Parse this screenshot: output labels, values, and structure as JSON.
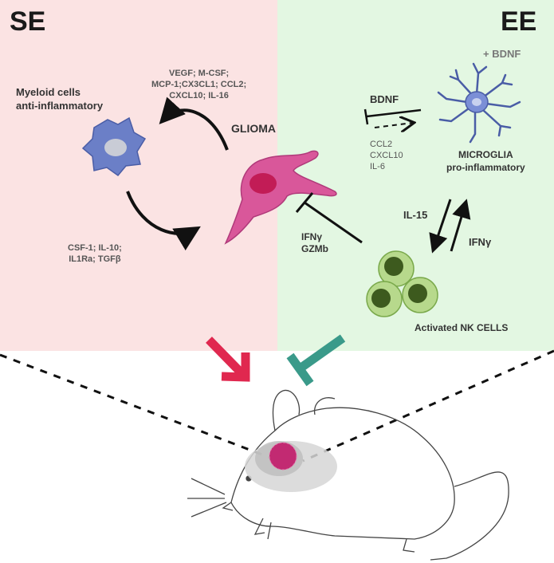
{
  "panels": {
    "left": {
      "label": "SE",
      "color": "#fbe3e3"
    },
    "right": {
      "label": "EE",
      "color": "#e3f7e2",
      "sublabel": "+ BDNF"
    }
  },
  "cells": {
    "myeloid": {
      "line1": "Myeloid cells",
      "line2": "anti-inflammatory"
    },
    "glioma": "GLIOMA",
    "microglia": {
      "line1": "MICROGLIA",
      "line2": "pro-inflammatory"
    },
    "nk": "Activated NK CELLS"
  },
  "factors": {
    "top_left": [
      "VEGF; M-CSF;",
      "MCP-1;CX3CL1; CCL2;",
      "CXCL10; IL-16"
    ],
    "bottom_left": [
      "CSF-1; IL-10;",
      "IL1Ra; TGFβ"
    ],
    "bdnf": "BDNF",
    "microglia_out": [
      "CCL2",
      "CXCL10",
      "IL-6"
    ],
    "il15": "IL-15",
    "ifng_right": "IFNγ",
    "nk_out": [
      "IFNγ",
      "GZMb"
    ]
  },
  "colors": {
    "arrow_red": "#e0284f",
    "inhibit_teal": "#3a9a8a",
    "glioma": "#d9579a",
    "microglia": "#7b8fd6",
    "nk": "#9cc96b"
  },
  "icons": [
    "myeloid-cell-icon",
    "glioma-cell-icon",
    "microglia-icon",
    "nk-cell-icon",
    "mouse-icon"
  ]
}
